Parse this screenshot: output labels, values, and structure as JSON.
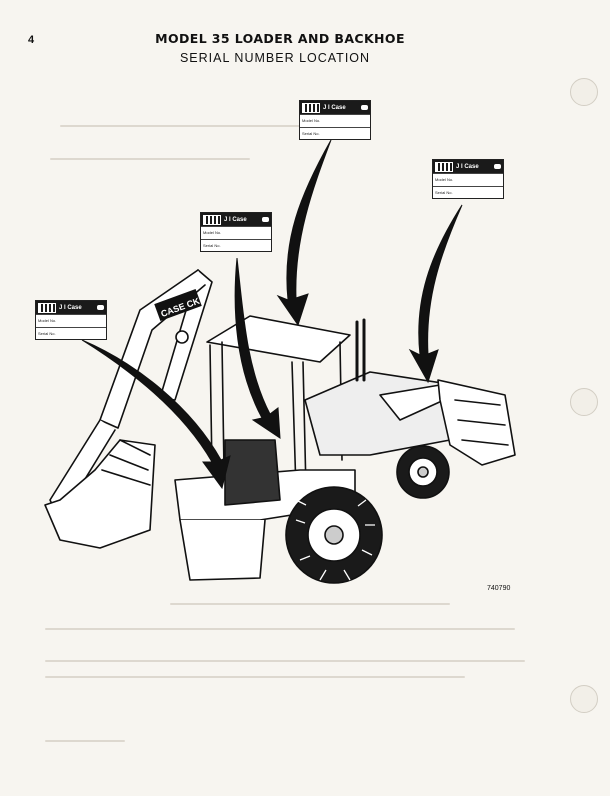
{
  "page": {
    "number": "4",
    "title": "MODEL 35 LOADER AND BACKHOE",
    "subtitle": "SERIAL NUMBER LOCATION"
  },
  "serial_plate": {
    "brand": "J I Case",
    "model_label": "Model No.",
    "serial_label": "Serial No."
  },
  "machine_decal": "CASE CK",
  "figure_id": "740790"
}
